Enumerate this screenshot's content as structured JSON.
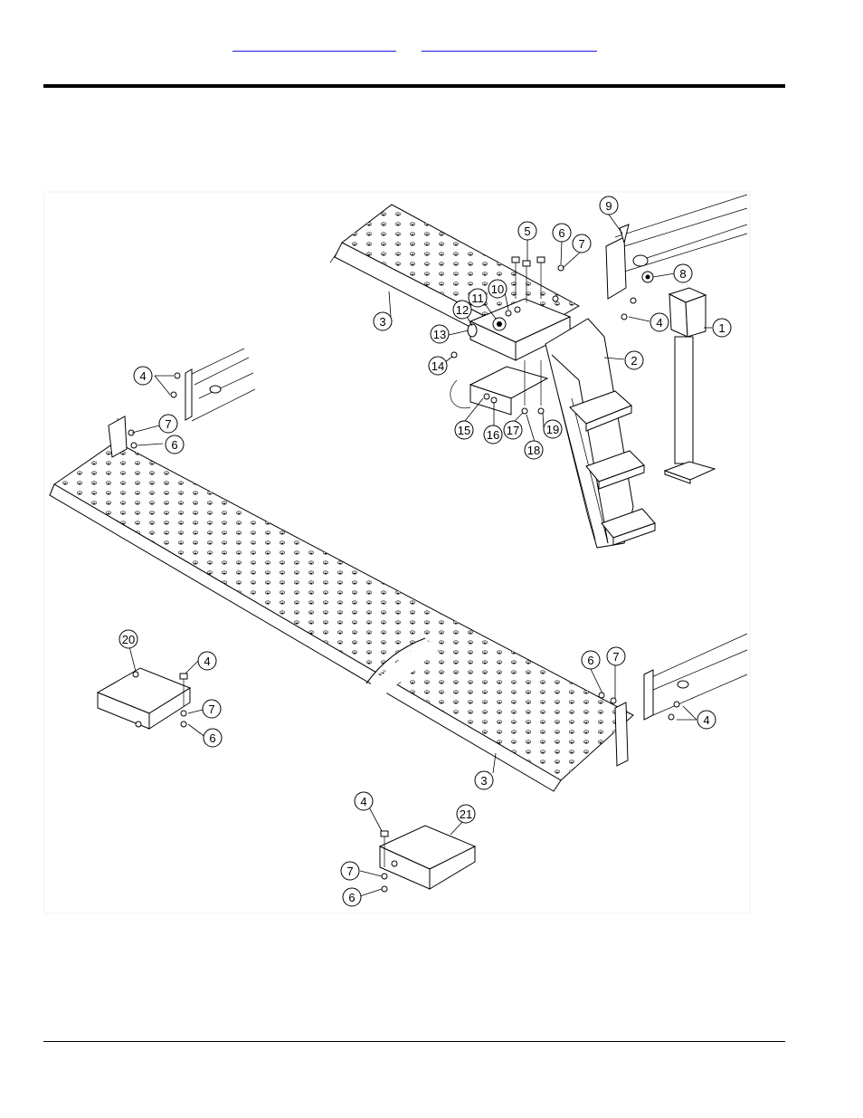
{
  "header": {
    "links": [
      {
        "label": ""
      },
      {
        "label": ""
      }
    ]
  },
  "diagram": {
    "callouts": [
      {
        "id": "c1",
        "label": "1"
      },
      {
        "id": "c2",
        "label": "2"
      },
      {
        "id": "c3a",
        "label": "3"
      },
      {
        "id": "c3b",
        "label": "3"
      },
      {
        "id": "c4a",
        "label": "4"
      },
      {
        "id": "c4b",
        "label": "4"
      },
      {
        "id": "c4c",
        "label": "4"
      },
      {
        "id": "c4d",
        "label": "4"
      },
      {
        "id": "c4e",
        "label": "4"
      },
      {
        "id": "c5",
        "label": "5"
      },
      {
        "id": "c6a",
        "label": "6"
      },
      {
        "id": "c6b",
        "label": "6"
      },
      {
        "id": "c6c",
        "label": "6"
      },
      {
        "id": "c6d",
        "label": "6"
      },
      {
        "id": "c6e",
        "label": "6"
      },
      {
        "id": "c7a",
        "label": "7"
      },
      {
        "id": "c7b",
        "label": "7"
      },
      {
        "id": "c7c",
        "label": "7"
      },
      {
        "id": "c7d",
        "label": "7"
      },
      {
        "id": "c7e",
        "label": "7"
      },
      {
        "id": "c8",
        "label": "8"
      },
      {
        "id": "c9",
        "label": "9"
      },
      {
        "id": "c10",
        "label": "10"
      },
      {
        "id": "c11",
        "label": "11"
      },
      {
        "id": "c12",
        "label": "12"
      },
      {
        "id": "c13",
        "label": "13"
      },
      {
        "id": "c14",
        "label": "14"
      },
      {
        "id": "c15",
        "label": "15"
      },
      {
        "id": "c16",
        "label": "16"
      },
      {
        "id": "c17",
        "label": "17"
      },
      {
        "id": "c18",
        "label": "18"
      },
      {
        "id": "c19",
        "label": "19"
      },
      {
        "id": "c20",
        "label": "20"
      },
      {
        "id": "c21",
        "label": "21"
      }
    ]
  }
}
